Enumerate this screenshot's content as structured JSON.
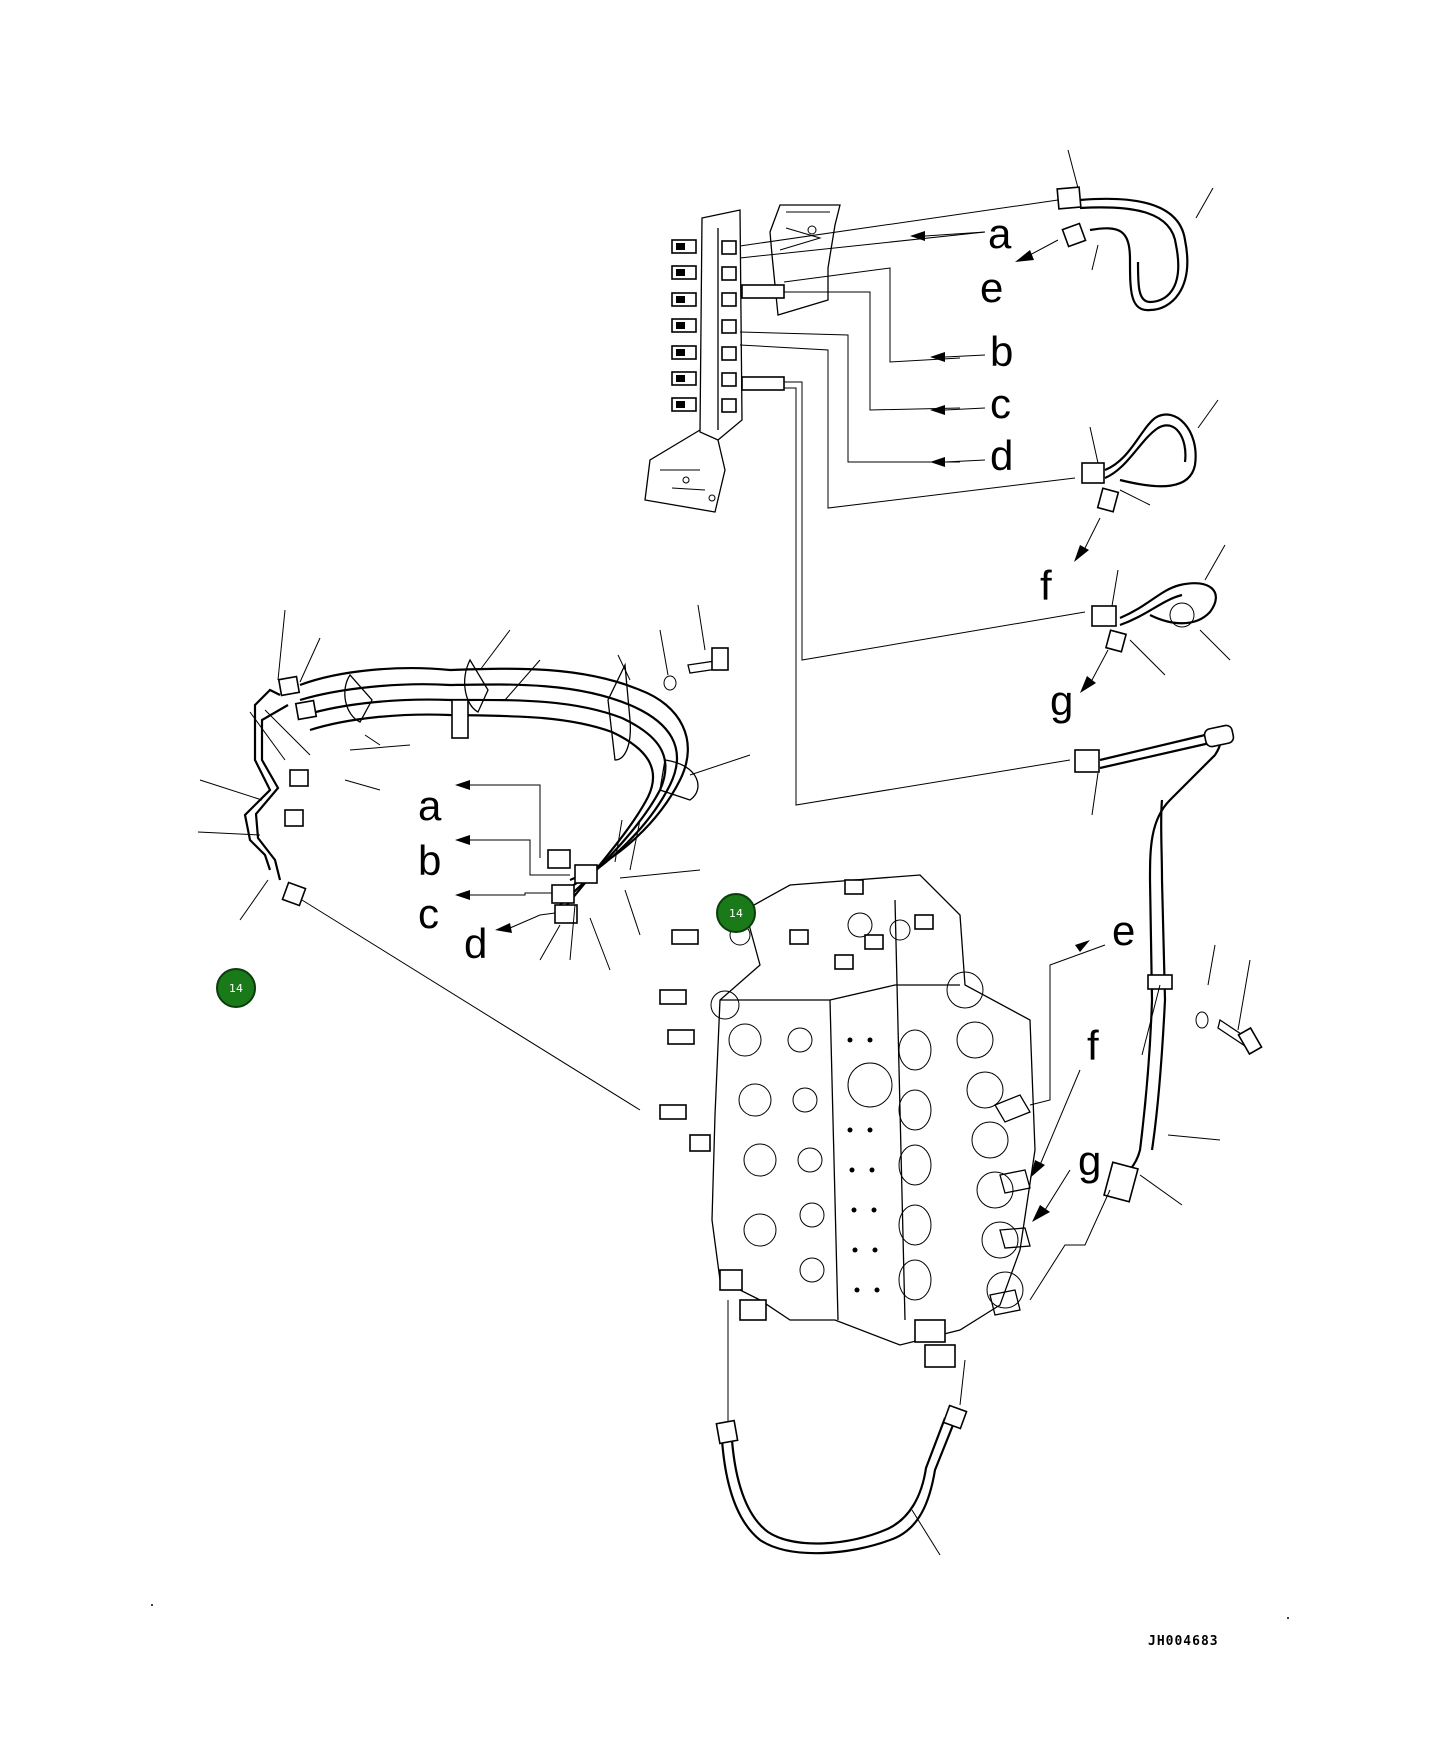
{
  "labels": {
    "a": "a",
    "b": "b",
    "c": "c",
    "d": "d",
    "e": "e",
    "f": "f",
    "g": "g"
  },
  "drawing_code": "JH004683",
  "badges": [
    {
      "id": "badge-left",
      "text": "14"
    },
    {
      "id": "badge-center",
      "text": "14"
    }
  ],
  "colors": {
    "line": "#000000",
    "badge_fill": "#1a7a1a",
    "badge_stroke": "#0b3d0b",
    "background": "#ffffff"
  }
}
